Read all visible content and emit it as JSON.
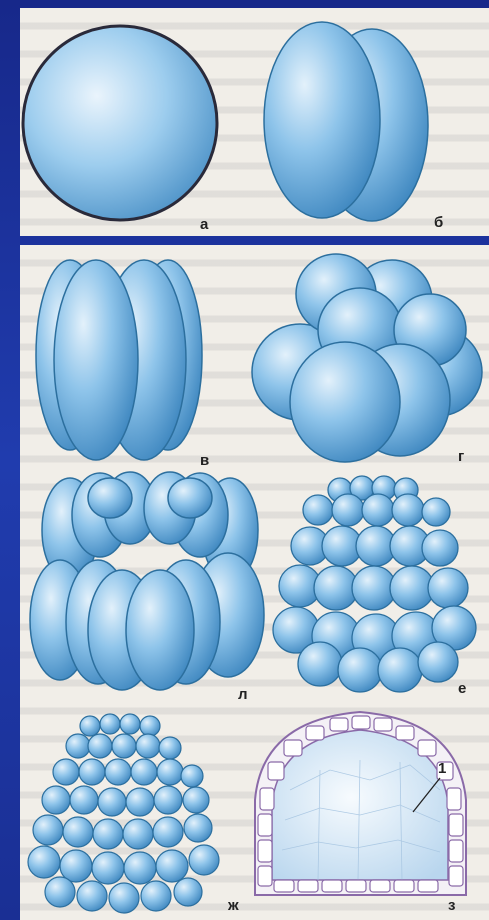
{
  "labels": {
    "a": "а",
    "b": "б",
    "v": "в",
    "g": "г",
    "l": "л",
    "e": "е",
    "zh": "ж",
    "z": "з",
    "callout": "1"
  },
  "colors": {
    "background": "#1a2f8c",
    "paper": "#f1eee8",
    "cell_fill": "#6fb0df",
    "cell_stroke": "#2c6f9e",
    "blastula_wall": "#8a6aa8"
  }
}
